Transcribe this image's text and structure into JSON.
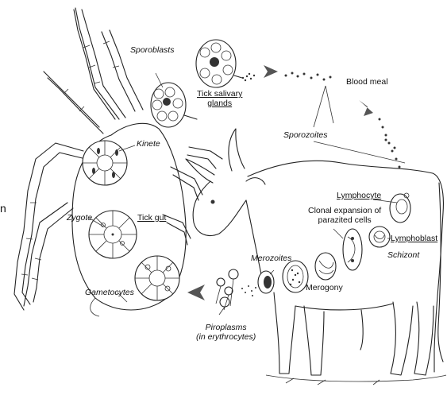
{
  "labels": {
    "sporoblasts": "Sporoblasts",
    "tick_salivary_glands_line1": "Tick salivary",
    "tick_salivary_glands_line2": "glands",
    "blood_meal": "Blood meal",
    "sporozoites": "Sporozoites",
    "kinete": "Kinete",
    "tick_gut": "Tick gut",
    "zygote": "Zygote",
    "gametocytes": "Gametocytes",
    "lymphocyte": "Lymphocyte",
    "clonal_expansion_line1": "Clonal expansion of",
    "clonal_expansion_line2": "parazited cells",
    "lymphoblast": "Lymphoblast",
    "schizont": "Schizont",
    "merozoites": "Merozoites",
    "merogony": "Merogony",
    "piroplasms_line1": "Piroplasms",
    "piroplasms_line2": "(in erythrocytes)",
    "edge_fragment": "n"
  },
  "colors": {
    "line": "#222222",
    "arrow": "#555555",
    "background": "#ffffff"
  },
  "icons": {
    "flow_arrow": "chevron-arrow"
  }
}
